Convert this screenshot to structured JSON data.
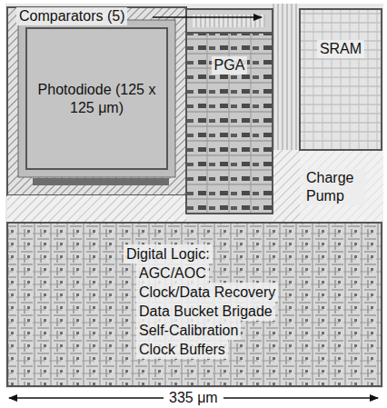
{
  "diagram": {
    "nodes": [
      {
        "text": [
          "Photodiode (125 x 125 μm)"
        ]
      },
      {
        "text": [
          "PGA"
        ]
      },
      {
        "text": [
          "SRAM"
        ]
      },
      {
        "text": [
          "Digital Logic:",
          "AGC/AOC",
          "Clock/Data Recovery",
          "Data Bucket Brigade",
          "Self-Calibration",
          "Clock Buffers"
        ]
      }
    ],
    "labels": [
      "Comparators (5)",
      "Charge Pump",
      "335 μm"
    ]
  }
}
